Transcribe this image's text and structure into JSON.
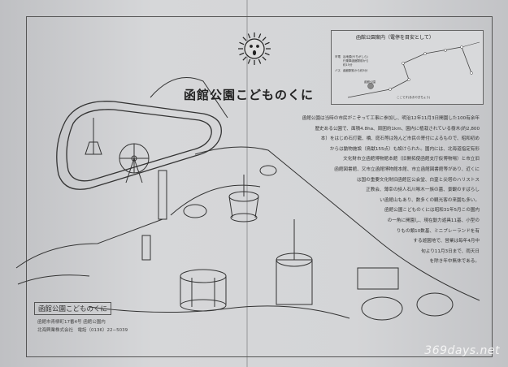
{
  "title": "函館公園こどものくに",
  "inset_map": {
    "title": "函館公園案内（電停を目安として）",
    "tram_label": "市電",
    "tram_text": "谷地頭(やちがしら)行乗車函館駅前から約15分",
    "bus_label": "バス",
    "bus_text": "函館駅前から約5分",
    "park_label": "函館公園",
    "here_label": "ここです(あおやぎちょう)"
  },
  "description": {
    "lines": [
      "函館公園は当時の市民がこぞって工事に参加し、明治12年11月3日開園した100有余年",
      "歴史ある公園で、面積4.8ha、周囲約1km、園内に植栽されている樹木(約2,800",
      "本）をはじめ石灯籠、橋、庭石等は殆んど市民の寄付によるもので、昭和初め",
      "からは動物施設（鳥獣155点）も設けられた。園内には、北海道指定有形",
      "文化財市立函館博物館本館（旧開拓使函館支庁仮博物場）と市立旧",
      "函館図書館、又市立函館博物館本館、市立函館図書館等があり、近くに",
      "は国の重要文化財旧函館区公会堂、白堊と尖塔のハリストス",
      "正教会、薄幸の詩人石川啄木一族の墓、景観のすばらし",
      "い函館山もあり、数多くの観光客の来園も多い。",
      "函館公園こどものくには昭和31年5月この園内",
      "の一角に開園し、現在動力遊具11基、小型の",
      "りもの類10数基、ミニプレーランドを有",
      "する遊園地で、営業は毎年4月中",
      "旬より11月3日まで、雨天日",
      "を除き年中無休である。"
    ]
  },
  "footer": {
    "name": "函館公園こどものくに",
    "address": "函館市青柳町17番4号 函館公園内",
    "company": "北海興業株式会社　電話（0136）22−5039"
  },
  "watermark": "369days.net"
}
